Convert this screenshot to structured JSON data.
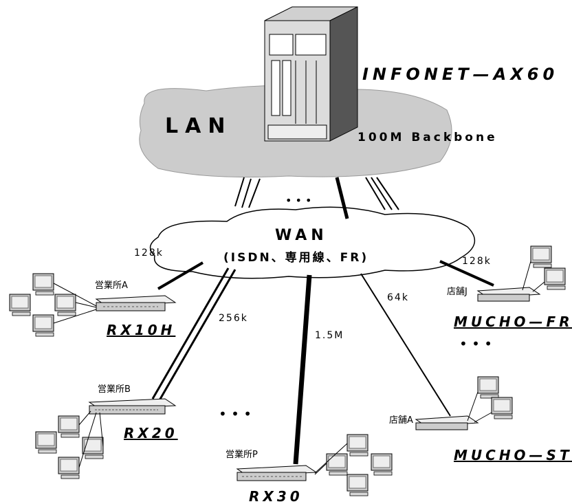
{
  "hub": {
    "product": "INFONET—AX60",
    "lan_label": "LAN",
    "backbone_label": "100M Backbone",
    "ellipsis": "• • •"
  },
  "wan": {
    "title": "WAN",
    "subtitle": "(ISDN、専用線、FR)"
  },
  "links": {
    "speed_a": "128k",
    "speed_b": "256k",
    "speed_p": "1.5M",
    "speed_st": "64k",
    "speed_j": "128k"
  },
  "sites": {
    "a": {
      "label": "営業所A",
      "model": "RX10H"
    },
    "b": {
      "label": "営業所B",
      "model": "RX20"
    },
    "p": {
      "label": "営業所P",
      "model": "RX30"
    },
    "st": {
      "label": "店舗A",
      "model": "MUCHO—ST"
    },
    "j": {
      "label": "店舗J",
      "model": "MUCHO—FR"
    }
  },
  "ellipses": {
    "left": "• • •",
    "right": "• • •"
  },
  "colors": {
    "lan_cloud": "#cccccc",
    "wan_cloud": "#ffffff",
    "line": "#000000"
  }
}
